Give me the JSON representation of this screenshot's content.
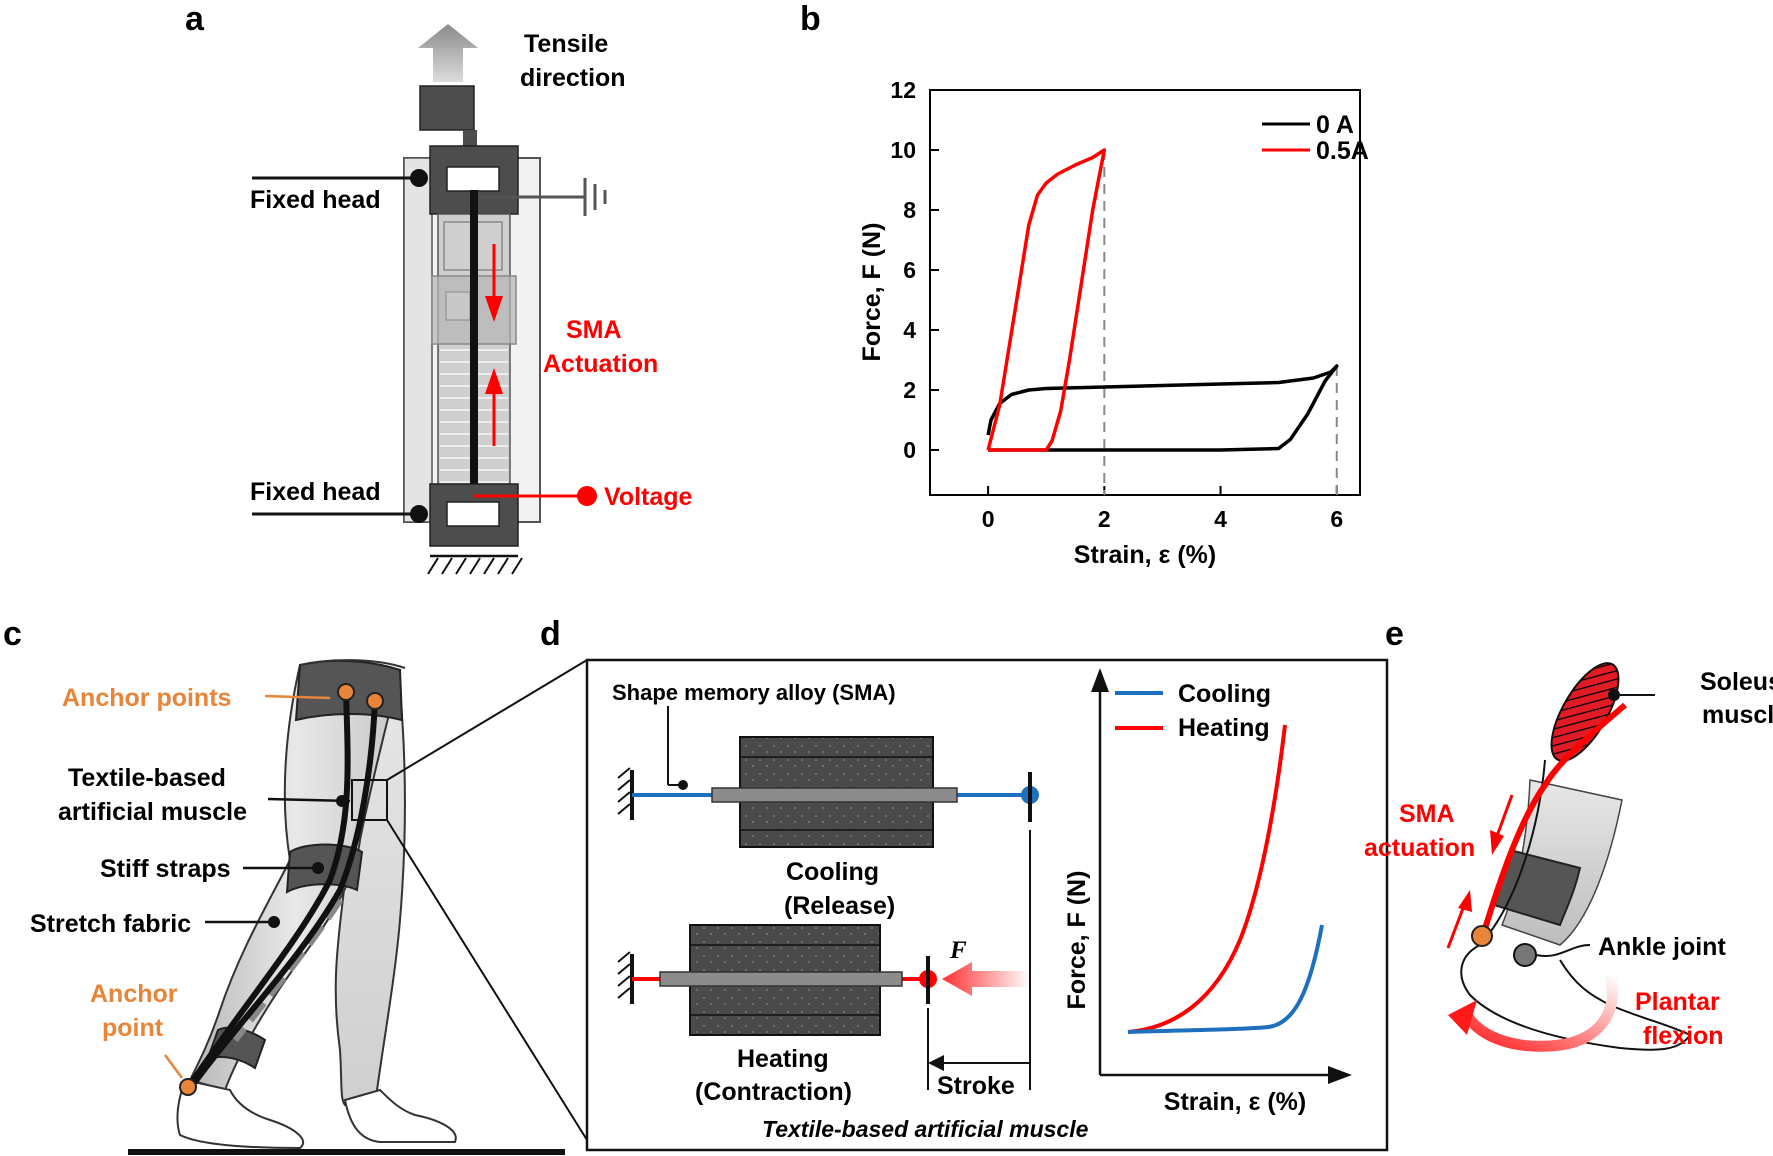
{
  "panels": {
    "a": "a",
    "b": "b",
    "c": "c",
    "d": "d",
    "e": "e"
  },
  "panel_a": {
    "tensile_line1": "Tensile",
    "tensile_line2": "direction",
    "fixed_head_top": "Fixed head",
    "fixed_head_bottom": "Fixed head",
    "sma_line1": "SMA",
    "sma_line2": "Actuation",
    "voltage": "Voltage"
  },
  "panel_c": {
    "anchor_points": "Anchor points",
    "textile_line1": "Textile-based",
    "textile_line2": "artificial muscle",
    "stiff_straps": "Stiff straps",
    "stretch_fabric": "Stretch fabric",
    "anchor_point_line1": "Anchor",
    "anchor_point_line2": "point"
  },
  "panel_d": {
    "sma_label": "Shape memory alloy (SMA)",
    "cooling_line1": "Cooling",
    "cooling_line2": "(Release)",
    "heating_line1": "Heating",
    "heating_line2": "(Contraction)",
    "force_symbol": "F",
    "stroke": "Stroke",
    "caption": "Textile-based  artificial  muscle",
    "inset_ylabel": "Force, F (N)",
    "inset_xlabel": "Strain, ε (%)",
    "legend_cooling": "Cooling",
    "legend_heating": "Heating",
    "colors": {
      "cooling": "#1f6fbf",
      "heating": "#ff0000"
    }
  },
  "panel_e": {
    "soleus_line1": "Soleus",
    "soleus_line2": "muscle",
    "sma_line1": "SMA",
    "sma_line2": "actuation",
    "ankle_joint": "Ankle joint",
    "plantar_line1": "Plantar",
    "plantar_line2": "flexion"
  },
  "chart_data": {
    "type": "line",
    "xlabel": "Strain, ε (%)",
    "ylabel": "Force, F (N)",
    "xlim": [
      -1,
      6.4
    ],
    "ylim": [
      -1.5,
      12
    ],
    "xticks": [
      0,
      2,
      4,
      6
    ],
    "yticks": [
      0,
      2,
      4,
      6,
      8,
      10,
      12
    ],
    "legend_position": "top-right",
    "series": [
      {
        "name": "0 A",
        "color": "#000000",
        "x": [
          0,
          0.05,
          0.2,
          0.4,
          0.7,
          1.0,
          2.0,
          3.0,
          4.0,
          5.0,
          5.6,
          5.9,
          6.0,
          5.8,
          5.5,
          5.2,
          5.0,
          4.0,
          3.0,
          2.0,
          1.0,
          0
        ],
        "y": [
          0.5,
          1.0,
          1.55,
          1.85,
          2.0,
          2.05,
          2.1,
          2.15,
          2.2,
          2.25,
          2.4,
          2.6,
          2.8,
          2.3,
          1.2,
          0.35,
          0.05,
          0.0,
          0.0,
          0.0,
          0.0,
          0.0
        ]
      },
      {
        "name": "0.5A",
        "color": "#ff0000",
        "x": [
          0,
          0.2,
          0.45,
          0.7,
          0.85,
          1.0,
          1.2,
          1.5,
          1.8,
          2.0,
          1.8,
          1.6,
          1.4,
          1.25,
          1.1,
          1.0,
          0.6,
          0
        ],
        "y": [
          0,
          1.5,
          4.5,
          7.5,
          8.5,
          8.9,
          9.2,
          9.5,
          9.75,
          10.0,
          8.0,
          5.5,
          3.0,
          1.3,
          0.3,
          0.0,
          0.0,
          0.0
        ]
      }
    ]
  }
}
